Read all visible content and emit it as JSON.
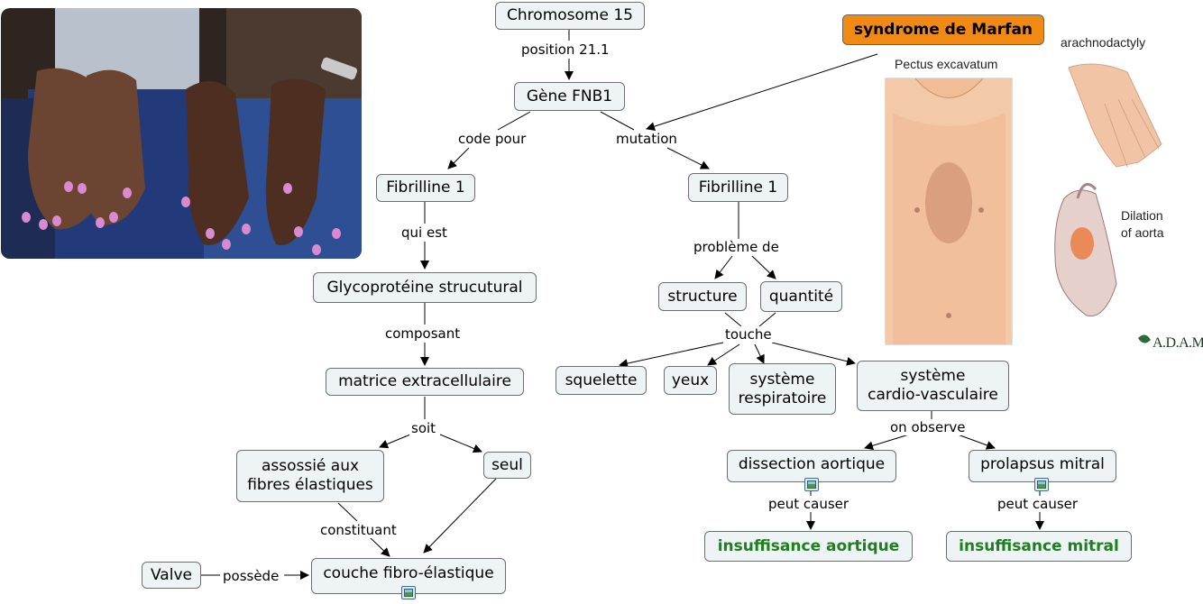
{
  "nodes": {
    "chromosome": "Chromosome 15",
    "gene": "Gène FNB1",
    "marfan": "syndrome de Marfan",
    "fibrilline_left": "Fibrilline 1",
    "fibrilline_right": "Fibrilline 1",
    "glycoproteine": "Glycoprotéine strucutural",
    "matrice": "matrice extracellulaire",
    "associe": "assossié aux\nfibres élastiques",
    "seul": "seul",
    "couche": "couche fibro-élastique",
    "valve": "Valve",
    "structure": "structure",
    "quantite": "quantité",
    "squelette": "squelette",
    "yeux": "yeux",
    "respiratoire": "système\nrespiratoire",
    "cardio": "système\ncardio-vasculaire",
    "dissection": "dissection aortique",
    "prolapsus": "prolapsus mitral",
    "insuf_aortique": "insuffisance aortique",
    "insuf_mitral": "insuffisance mitral"
  },
  "links": {
    "position": "position 21.1",
    "code_pour": "code pour",
    "mutation": "mutation",
    "qui_est": "qui est",
    "composant": "composant",
    "soit": "soit",
    "constituant": "constituant",
    "possede": "possède",
    "probleme_de": "problème de",
    "touche": "touche",
    "on_observe": "on observe",
    "peut_causer_1": "peut causer",
    "peut_causer_2": "peut causer"
  },
  "figure": {
    "pectus_label": "Pectus excavatum",
    "arachno_label": "arachnodactyly",
    "dilation_label": "Dilation\nof aorta",
    "credit": "A.D.A.M."
  },
  "colors": {
    "root_fill": "#f08a14",
    "node_fill": "#eef3f5",
    "green_text": "#1d7f1d"
  },
  "icons": [
    "resource-image-icon"
  ]
}
